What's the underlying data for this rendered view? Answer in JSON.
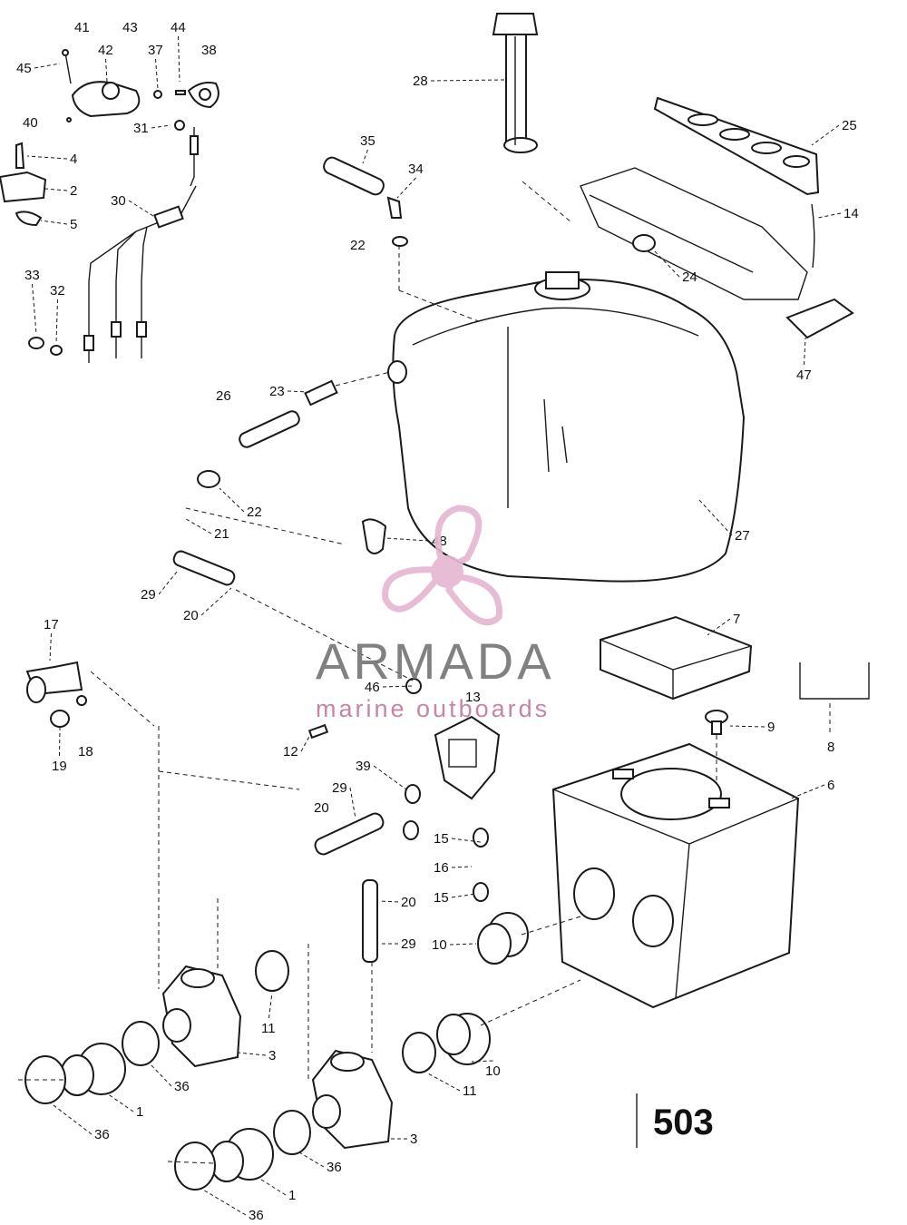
{
  "diagram": {
    "page_number": "503",
    "callouts": [
      {
        "id": "c41",
        "text": "41"
      },
      {
        "id": "c43",
        "text": "43"
      },
      {
        "id": "c44",
        "text": "44"
      },
      {
        "id": "c45",
        "text": "45"
      },
      {
        "id": "c42",
        "text": "42"
      },
      {
        "id": "c37",
        "text": "37"
      },
      {
        "id": "c38",
        "text": "38"
      },
      {
        "id": "c40",
        "text": "40"
      },
      {
        "id": "c31",
        "text": "31"
      },
      {
        "id": "c4",
        "text": "4"
      },
      {
        "id": "c2",
        "text": "2"
      },
      {
        "id": "c5",
        "text": "5"
      },
      {
        "id": "c30",
        "text": "30"
      },
      {
        "id": "c33",
        "text": "33"
      },
      {
        "id": "c32",
        "text": "32"
      },
      {
        "id": "c28",
        "text": "28"
      },
      {
        "id": "c25",
        "text": "25"
      },
      {
        "id": "c35",
        "text": "35"
      },
      {
        "id": "c34",
        "text": "34"
      },
      {
        "id": "c14",
        "text": "14"
      },
      {
        "id": "c22a",
        "text": "22"
      },
      {
        "id": "c24",
        "text": "24"
      },
      {
        "id": "c47",
        "text": "47"
      },
      {
        "id": "c23",
        "text": "23"
      },
      {
        "id": "c26",
        "text": "26"
      },
      {
        "id": "c22b",
        "text": "22"
      },
      {
        "id": "c21",
        "text": "21"
      },
      {
        "id": "c27",
        "text": "27"
      },
      {
        "id": "c48",
        "text": "48"
      },
      {
        "id": "c29a",
        "text": "29"
      },
      {
        "id": "c20a",
        "text": "20"
      },
      {
        "id": "c17",
        "text": "17"
      },
      {
        "id": "c7",
        "text": "7"
      },
      {
        "id": "c13",
        "text": "13"
      },
      {
        "id": "c46",
        "text": "46"
      },
      {
        "id": "c9",
        "text": "9"
      },
      {
        "id": "c19",
        "text": "19"
      },
      {
        "id": "c18",
        "text": "18"
      },
      {
        "id": "c12",
        "text": "12"
      },
      {
        "id": "c8",
        "text": "8"
      },
      {
        "id": "c39",
        "text": "39"
      },
      {
        "id": "c6",
        "text": "6"
      },
      {
        "id": "c29b",
        "text": "29"
      },
      {
        "id": "c20b",
        "text": "20"
      },
      {
        "id": "c15a",
        "text": "15"
      },
      {
        "id": "c16",
        "text": "16"
      },
      {
        "id": "c15b",
        "text": "15"
      },
      {
        "id": "c20c",
        "text": "20"
      },
      {
        "id": "c29c",
        "text": "29"
      },
      {
        "id": "c10a",
        "text": "10"
      },
      {
        "id": "c11a",
        "text": "11"
      },
      {
        "id": "c3a",
        "text": "3"
      },
      {
        "id": "c36a",
        "text": "36"
      },
      {
        "id": "c1a",
        "text": "1"
      },
      {
        "id": "c36b",
        "text": "36"
      },
      {
        "id": "c10b",
        "text": "10"
      },
      {
        "id": "c11b",
        "text": "11"
      },
      {
        "id": "c3b",
        "text": "3"
      },
      {
        "id": "c36c",
        "text": "36"
      },
      {
        "id": "c1b",
        "text": "1"
      },
      {
        "id": "c36d",
        "text": "36"
      }
    ]
  },
  "watermark": {
    "name": "ARMADA",
    "tagline": "marine outboards",
    "color_gray": "#777777",
    "color_pink": "#c27ba0",
    "color_pink_light": "#e6b8d2"
  }
}
